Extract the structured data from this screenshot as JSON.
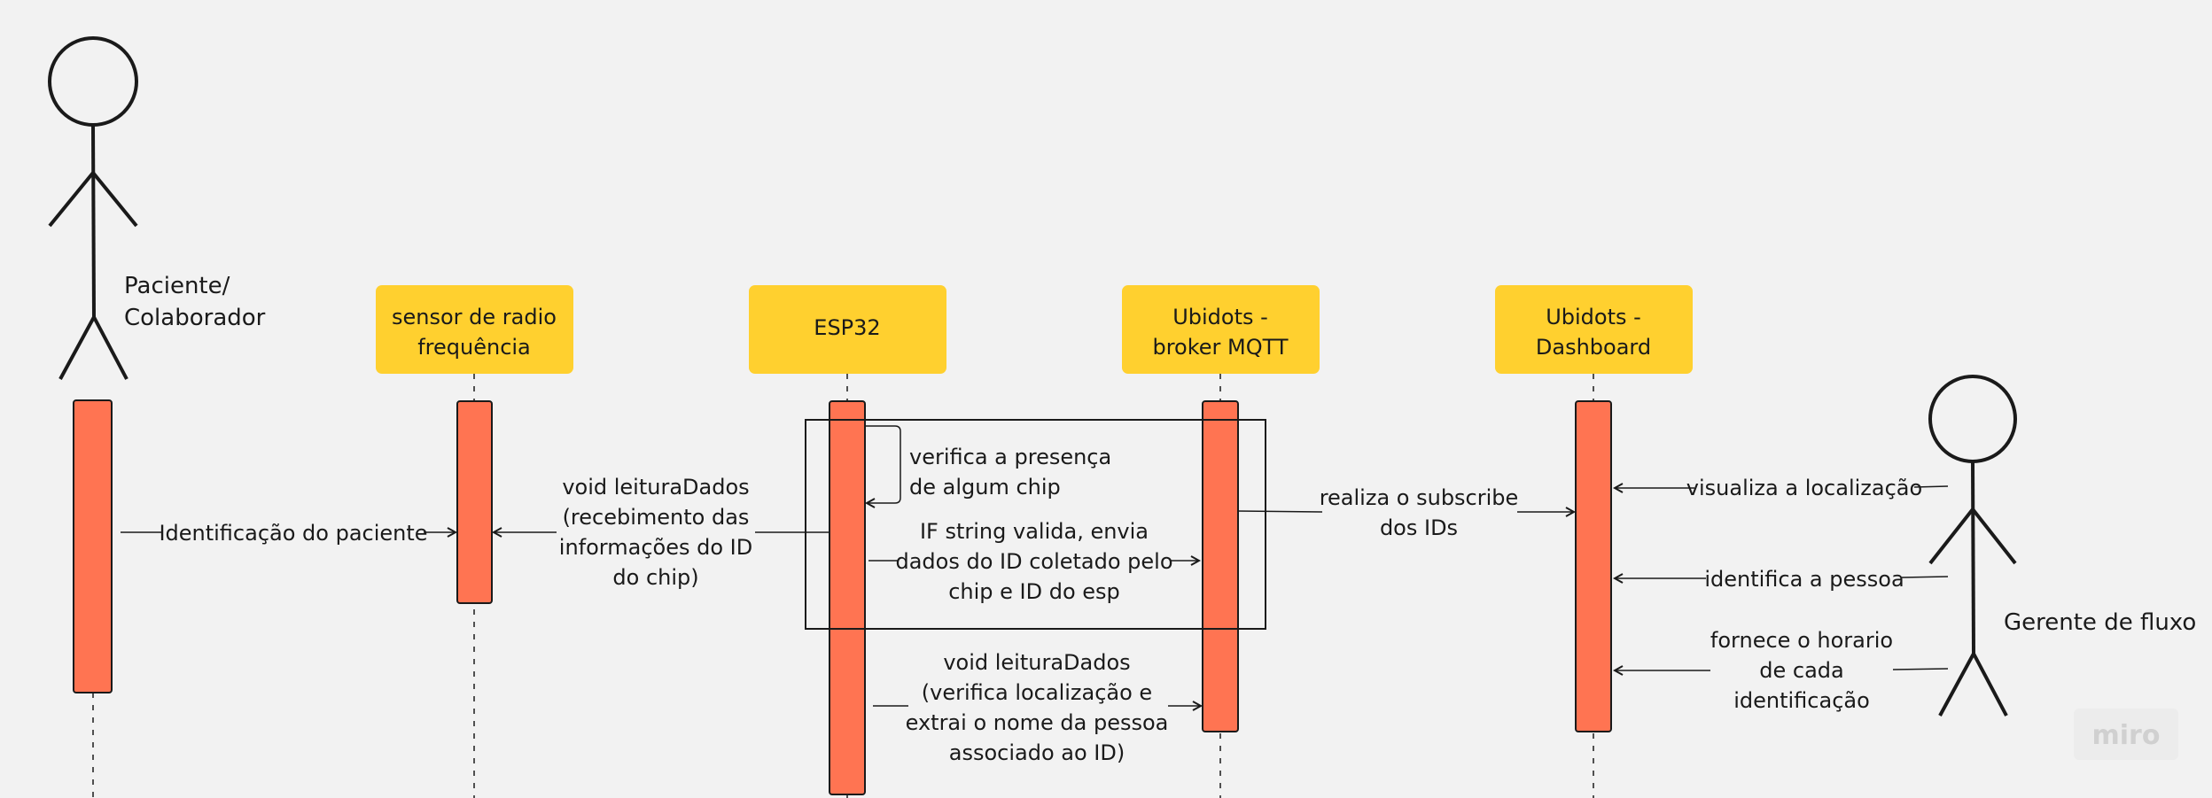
{
  "actors": {
    "patient": {
      "name_lines": [
        "Paciente/",
        "Colaborador"
      ]
    },
    "manager": {
      "name": "Gerente de fluxo"
    }
  },
  "participants": [
    {
      "key": "sensor",
      "lines": [
        "sensor de radio",
        "frequência"
      ]
    },
    {
      "key": "esp32",
      "lines": [
        "ESP32"
      ]
    },
    {
      "key": "broker",
      "lines": [
        "Ubidots -",
        "broker MQTT"
      ]
    },
    {
      "key": "dashboard",
      "lines": [
        "Ubidots -",
        "Dashboard"
      ]
    }
  ],
  "messages": [
    {
      "key": "patient-identification",
      "lines": [
        "Identificação do paciente"
      ]
    },
    {
      "key": "read-data",
      "lines": [
        "void leituraDados",
        "(recebimento das",
        "informações do ID",
        "do chip)"
      ]
    },
    {
      "key": "check-chip",
      "lines": [
        "verifica a presença",
        "de algum chip"
      ]
    },
    {
      "key": "send-id",
      "lines": [
        "IF string valida, envia",
        "dados do ID coletado pelo",
        "chip e ID do esp"
      ]
    },
    {
      "key": "subscribe",
      "lines": [
        "realiza o subscribe",
        "dos IDs"
      ]
    },
    {
      "key": "read-location",
      "lines": [
        "void leituraDados",
        "(verifica localização e",
        "extrai o nome da pessoa",
        "associado ao ID)"
      ]
    },
    {
      "key": "view-location",
      "lines": [
        "visualiza a localização"
      ]
    },
    {
      "key": "identify-person",
      "lines": [
        "identifica a pessoa"
      ]
    },
    {
      "key": "provide-time",
      "lines": [
        "fornece o horario",
        "de cada",
        "identificação"
      ]
    }
  ],
  "watermark": "miro",
  "colors": {
    "background": "#f2f2f2",
    "participant_box": "#ffd02f",
    "activation_bar": "#ff7452",
    "line": "#1a1a1a",
    "watermark": "#d0d0d0"
  }
}
